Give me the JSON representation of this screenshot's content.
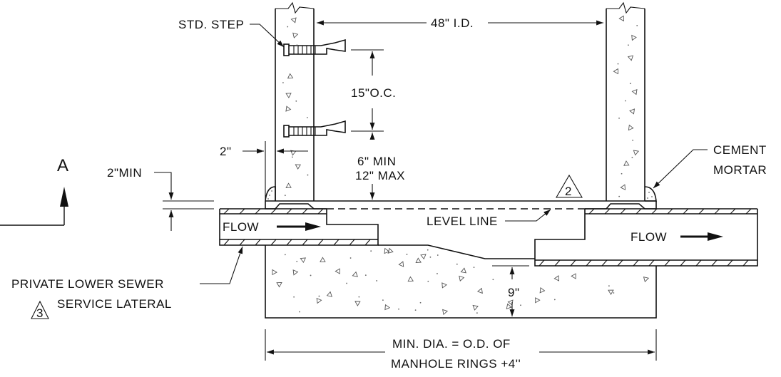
{
  "labels": {
    "std_step": "STD. STEP",
    "inner_diameter": "48\" I.D.",
    "step_spacing": "15\"O.C.",
    "step_offset": "2\"",
    "min_gap": "2\"MIN",
    "min_height": "6\" MIN",
    "max_height": "12\" MAX",
    "section_marker": "A",
    "cement_mortar_line1": "CEMENT",
    "cement_mortar_line2": "MORTAR",
    "revision_note_2": "2",
    "level_line": "LEVEL LINE",
    "flow_left": "FLOW",
    "flow_right": "FLOW",
    "lateral_line1": "PRIVATE LOWER SEWER",
    "lateral_line2": "SERVICE LATERAL",
    "revision_note_3": "3",
    "base_depth": "9\"",
    "min_dia_line1": "MIN. DIA. = O.D. OF",
    "min_dia_line2": "MANHOLE RINGS +4''"
  }
}
